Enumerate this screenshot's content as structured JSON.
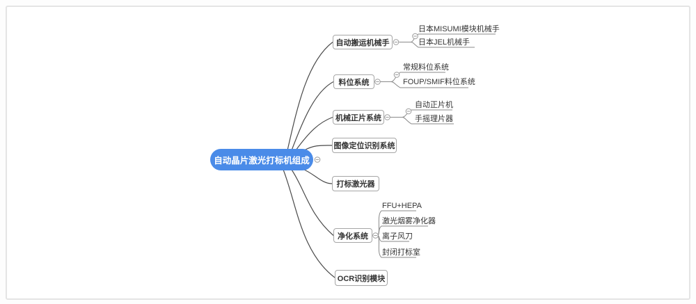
{
  "app": {
    "type": "mindmap-editor",
    "canvas_background": "#ffffff",
    "canvas_border_color": "#e4e4e4"
  },
  "colors": {
    "root_fill": "#4a8be8",
    "root_text": "#ffffff",
    "node_border": "#a6a6a6",
    "node_text": "#333333",
    "root_connector": "#4a4a4a",
    "child_connector": "#8a8a8a"
  },
  "icons": {
    "collapse_toggle": "minus-in-circle"
  },
  "mindmap": {
    "root": {
      "label": "自动晶片激光打标机组成",
      "collapsed": false
    },
    "branches": [
      {
        "label": "自动搬运机械手",
        "children": [
          {
            "label": "日本MISUMI模块机械手"
          },
          {
            "label": "日本JEL机械手"
          }
        ]
      },
      {
        "label": "料位系统",
        "children": [
          {
            "label": "常规料位系统"
          },
          {
            "label": "FOUP/SMIF料位系统"
          }
        ]
      },
      {
        "label": "机械正片系统",
        "children": [
          {
            "label": "自动正片机"
          },
          {
            "label": "手摇理片器"
          }
        ]
      },
      {
        "label": "图像定位识别系统",
        "children": []
      },
      {
        "label": "打标激光器",
        "children": []
      },
      {
        "label": "净化系统",
        "children": [
          {
            "label": "FFU+HEPA"
          },
          {
            "label": "激光烟雾净化器"
          },
          {
            "label": "离子风刀"
          },
          {
            "label": "封闭打标室"
          }
        ]
      },
      {
        "label": "OCR识别模块",
        "children": []
      }
    ]
  }
}
